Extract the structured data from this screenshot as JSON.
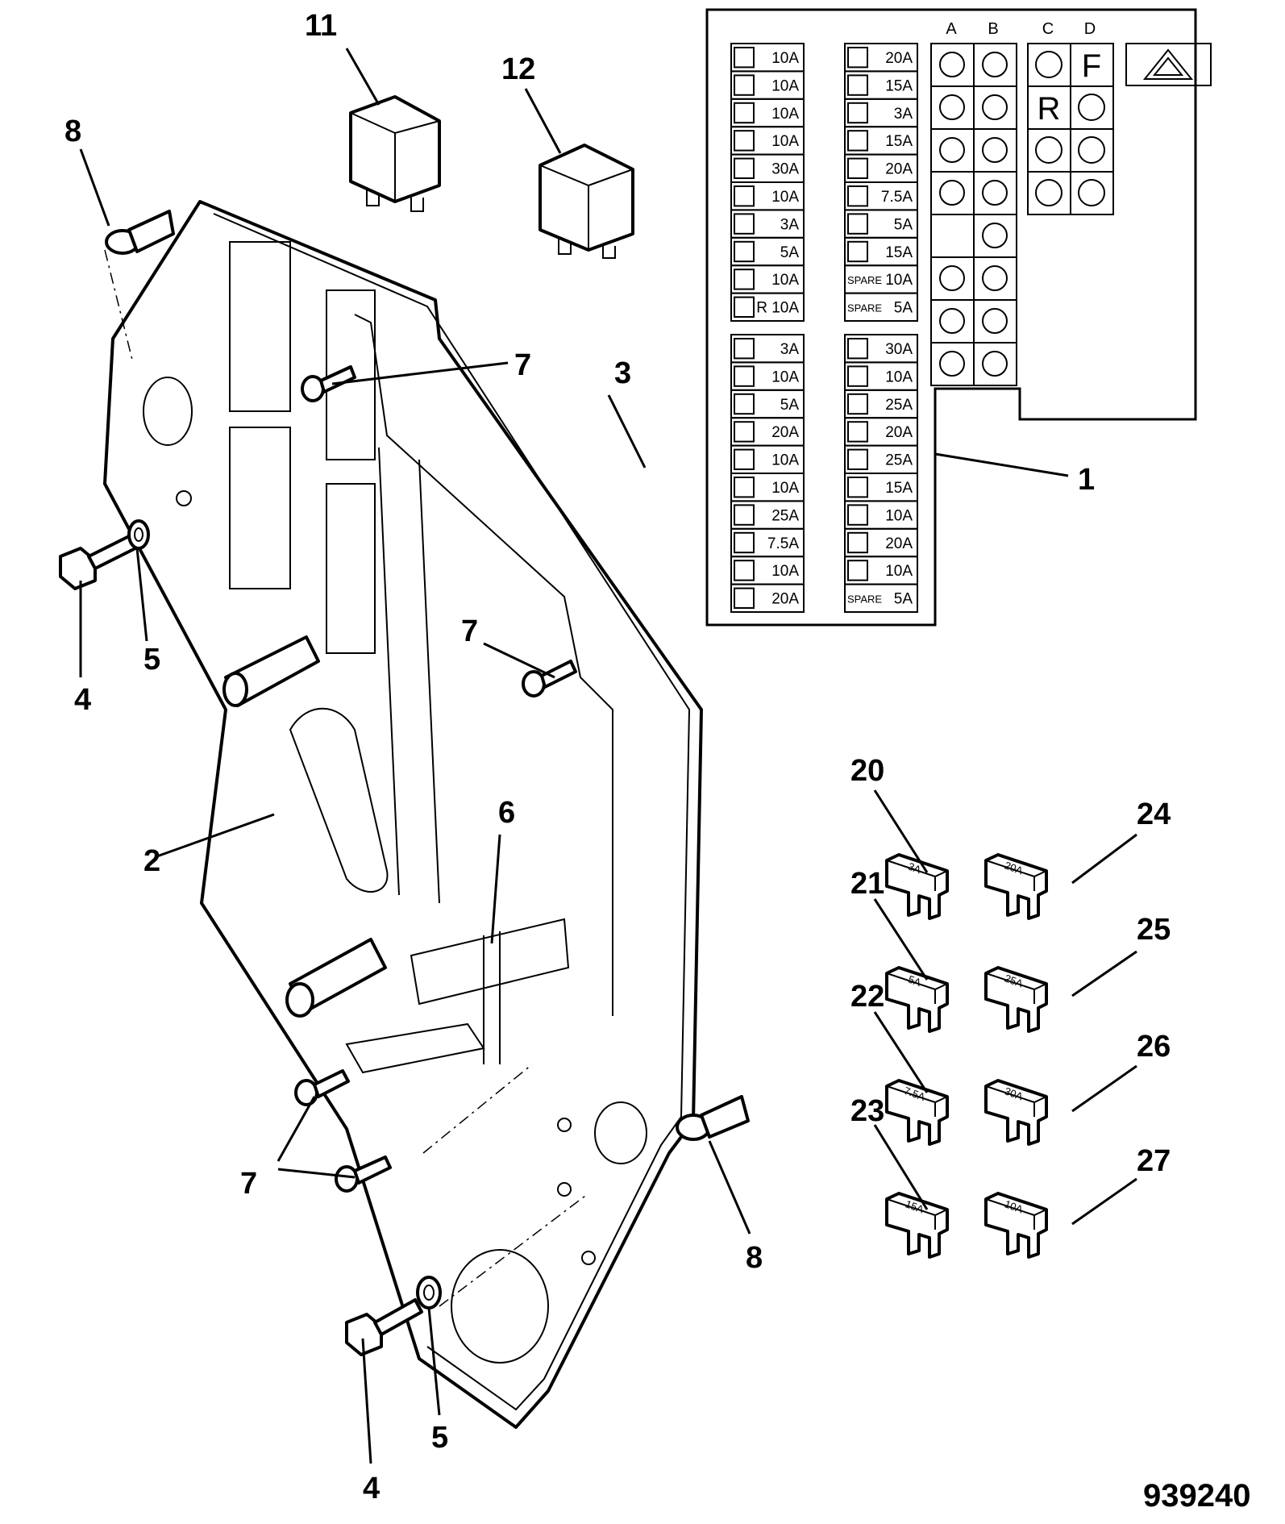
{
  "callouts": {
    "c1": "1",
    "c2": "2",
    "c3": "3",
    "c4a": "4",
    "c4b": "4",
    "c5a": "5",
    "c5b": "5",
    "c6": "6",
    "c7a": "7",
    "c7b": "7",
    "c7c": "7",
    "c8a": "8",
    "c8b": "8",
    "c11": "11",
    "c12": "12",
    "c20": "20",
    "c21": "21",
    "c22": "22",
    "c23": "23",
    "c24": "24",
    "c25": "25",
    "c26": "26",
    "c27": "27"
  },
  "drawing_number": "939240",
  "fuse_chart": {
    "column_headers": [
      "A",
      "B",
      "C",
      "D"
    ],
    "block1_left": [
      "10A",
      "10A",
      "10A",
      "10A",
      "30A",
      "10A",
      "3A",
      "5A",
      "10A",
      "R 10A"
    ],
    "block1_right": [
      "20A",
      "15A",
      "3A",
      "15A",
      "20A",
      "7.5A",
      "5A",
      "15A",
      "10A",
      "5A"
    ],
    "block1_right_spare": [
      "",
      "",
      "",
      "",
      "",
      "",
      "",
      "",
      "SPARE",
      "SPARE"
    ],
    "block2_left": [
      "3A",
      "10A",
      "5A",
      "20A",
      "10A",
      "10A",
      "25A",
      "7.5A",
      "10A",
      "20A"
    ],
    "block2_right": [
      "30A",
      "10A",
      "25A",
      "20A",
      "25A",
      "15A",
      "10A",
      "20A",
      "10A",
      "5A"
    ],
    "block2_right_spare": [
      "",
      "",
      "",
      "",
      "",
      "",
      "",
      "",
      "",
      "SPARE"
    ],
    "relay_letters": {
      "d1": "F",
      "c2": "R"
    }
  },
  "spare_fuses": [
    "3A",
    "5A",
    "7.5A",
    "15A",
    "20A",
    "25A",
    "30A",
    "10A"
  ]
}
